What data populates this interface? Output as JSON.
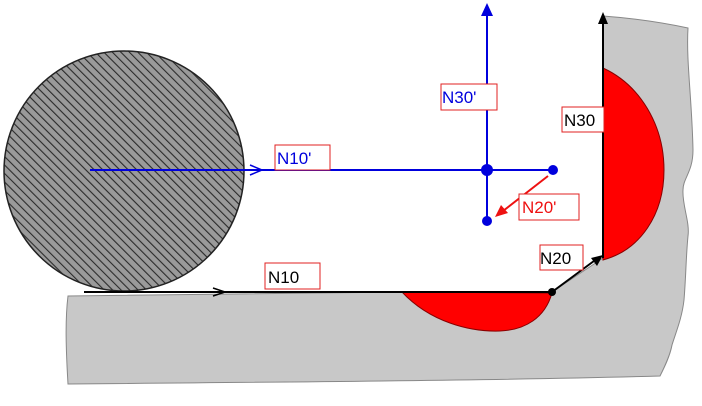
{
  "labels": {
    "n10": "N10",
    "n20": "N20",
    "n30": "N30",
    "n10_prime": "N10'",
    "n20_prime": "N20'",
    "n30_prime": "N30'"
  },
  "colors": {
    "workpiece": "#c8c8c8",
    "cut_region": "#ff0000",
    "programmed_path": "#000000",
    "offset_path": "#0000dd",
    "label_border": "#e02020"
  }
}
